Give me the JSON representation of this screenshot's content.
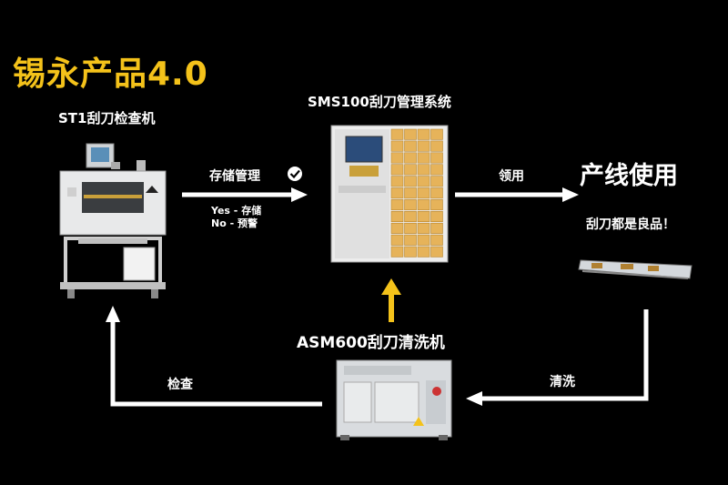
{
  "header": {
    "title": "锡永产品4.0"
  },
  "nodes": {
    "st1": {
      "label": "ST1刮刀检查机"
    },
    "sms100": {
      "label": "SMS100刮刀管理系统"
    },
    "production": {
      "label": "产线使用",
      "sub": "刮刀都是良品！"
    },
    "asm600": {
      "label": "ASM600刮刀清洗机"
    }
  },
  "edges": {
    "storage": {
      "label": "存储管理",
      "yes": "Yes - 存储",
      "no": "No - 预警"
    },
    "collect": {
      "label": "领用"
    },
    "clean": {
      "label": "清洗"
    },
    "inspect": {
      "label": "检查"
    }
  },
  "colors": {
    "arrow": "#ffffff",
    "accent_arrow": "#f4c21a",
    "title": "#f4c21a",
    "check_icon": "#ffffff"
  }
}
